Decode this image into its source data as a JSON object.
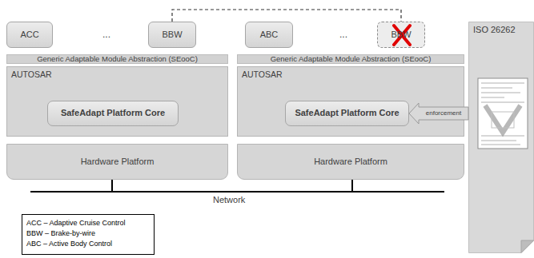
{
  "diagram": {
    "nodes": [
      {
        "text": [
          "ACC"
        ]
      },
      {
        "text": [
          "BBW"
        ]
      },
      {
        "text": [
          "ABC"
        ]
      },
      {
        "text": [
          "BBW"
        ]
      },
      {
        "text": [
          "Generic Adaptable Module Abstraction (SEooC)"
        ]
      },
      {
        "text": [
          "AUTOSAR"
        ]
      },
      {
        "text": [
          "SafeAdapt Platform Core"
        ],
        "in": 5
      },
      {
        "text": [
          "Hardware Platform"
        ]
      },
      {
        "text": [
          "Generic Adaptable Module Abstraction (SEooC)"
        ]
      },
      {
        "text": [
          "AUTOSAR"
        ]
      },
      {
        "text": [
          "SafeAdapt Platform Core"
        ],
        "in": 9
      },
      {
        "text": [
          "Hardware Platform"
        ]
      },
      {
        "text": [
          "ISO 26262"
        ]
      }
    ],
    "edges": [
      {
        "from": 1,
        "to": 3,
        "arrow": "none"
      },
      {
        "from": 12,
        "to": 10,
        "arrow": "to",
        "label": "enforcement"
      }
    ],
    "labels": [
      "...",
      "...",
      "Network"
    ],
    "legend": [
      {
        "text": "ACC – Adaptive Cruise Control"
      },
      {
        "text": "BBW – Brake-by-wire"
      },
      {
        "text": "ABC – Active Body Control"
      }
    ]
  }
}
